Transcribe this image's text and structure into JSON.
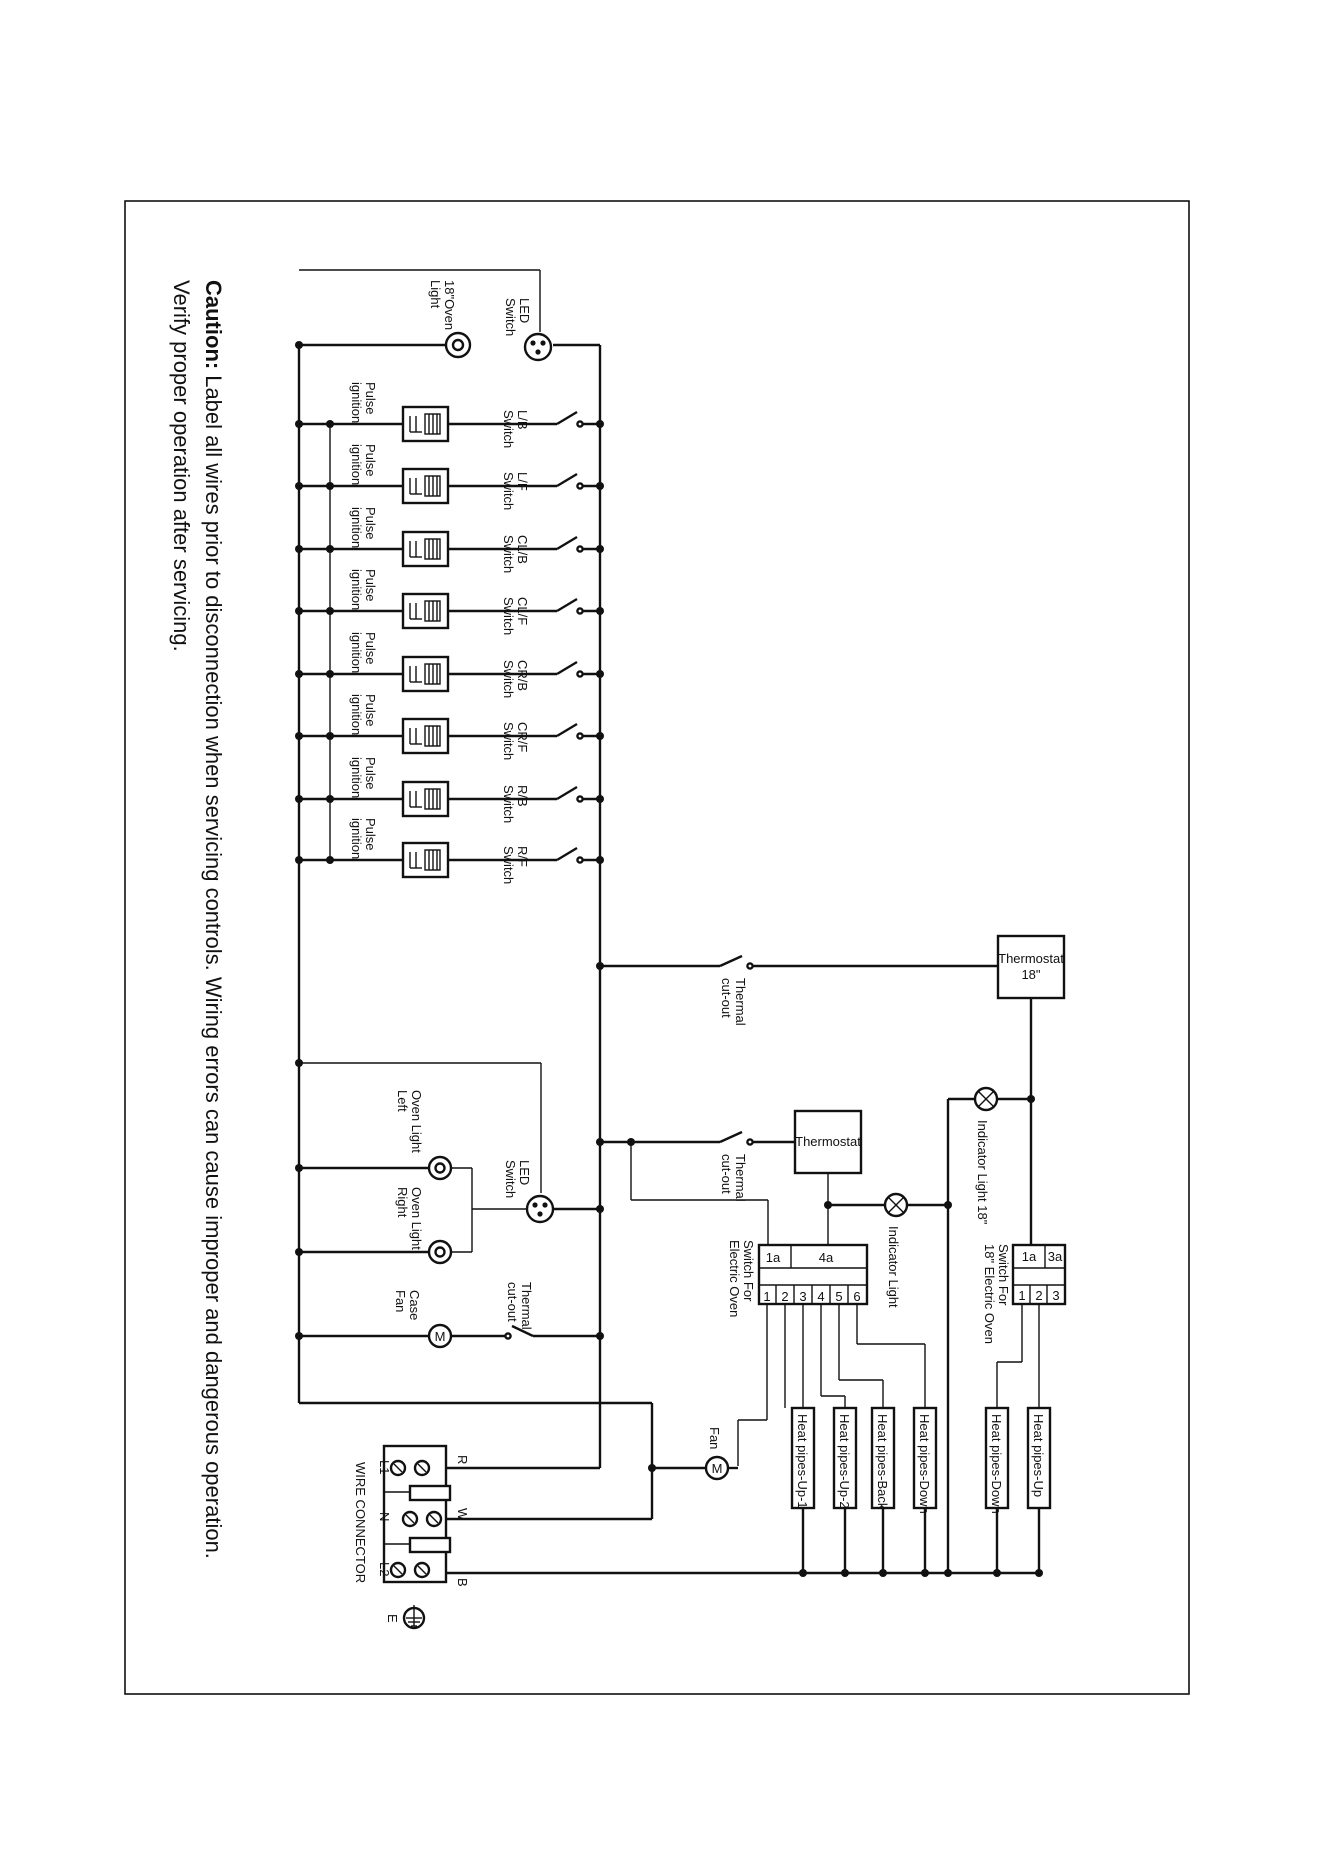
{
  "caution": {
    "bold": "Caution:",
    "line1": "Label all wires prior to disconnection when servicing controls. Wiring errors can cause improper and dangerous operation.",
    "line2": "Verify proper operation after servicing."
  },
  "led_switch_top": {
    "switch_label": [
      "LED",
      "Switch"
    ],
    "light_label": [
      "18\"Oven",
      "Light"
    ]
  },
  "burners": [
    {
      "switch": [
        "L/B",
        "Switch"
      ],
      "ignition": [
        "Pulse",
        "ignition"
      ]
    },
    {
      "switch": [
        "L/F",
        "Switch"
      ],
      "ignition": [
        "Pulse",
        "ignition"
      ]
    },
    {
      "switch": [
        "CL/B",
        "Switch"
      ],
      "ignition": [
        "Pulse",
        "ignition"
      ]
    },
    {
      "switch": [
        "CL/F",
        "Switch"
      ],
      "ignition": [
        "Pulse",
        "ignition"
      ]
    },
    {
      "switch": [
        "CR/B",
        "Switch"
      ],
      "ignition": [
        "Pulse",
        "ignition"
      ]
    },
    {
      "switch": [
        "CR/F",
        "Switch"
      ],
      "ignition": [
        "Pulse",
        "ignition"
      ]
    },
    {
      "switch": [
        "R/B",
        "Switch"
      ],
      "ignition": [
        "Pulse",
        "ignition"
      ]
    },
    {
      "switch": [
        "R/F",
        "Switch"
      ],
      "ignition": [
        "Pulse",
        "ignition"
      ]
    }
  ],
  "thermal_cutout": [
    "Thermal",
    "cut-out"
  ],
  "thermostat_18": [
    "Thermostat",
    "18\""
  ],
  "thermostat": "Thermostat",
  "indicator_light_18": "Indicator Light 18\"",
  "indicator_light": "Indicator Light",
  "led_switch_mid": [
    "LED",
    "Switch"
  ],
  "oven_light_left": [
    "Oven Light",
    "Left"
  ],
  "oven_light_right": [
    "Oven Light",
    "Right"
  ],
  "case_fan": [
    "Case",
    "Fan"
  ],
  "fan": "Fan",
  "switch_electric_oven": {
    "label": [
      "Switch For",
      "Electric Oven"
    ],
    "top_cells": [
      "1a",
      "4a"
    ],
    "terminals": [
      "1",
      "2",
      "3",
      "4",
      "5",
      "6"
    ]
  },
  "switch_18_electric_oven": {
    "label": [
      "Switch For",
      "18\" Electric Oven"
    ],
    "top_cells": [
      "1a",
      "3a"
    ],
    "terminals": [
      "1",
      "2",
      "3"
    ]
  },
  "heat_pipes": [
    "Heat pipes-Up-1",
    "Heat pipes-Up-2",
    "Heat pipes-Back",
    "Heat pipes-Down"
  ],
  "heat_pipes_18": [
    "Heat pipes-Down",
    "Heat pipes-Up"
  ],
  "wire_connector": {
    "title": "WIRE CONNECTOR",
    "terminal_labels": [
      "L1",
      "N",
      "L2"
    ],
    "wire_letters": [
      "R",
      "W",
      "B"
    ],
    "earth": "E"
  },
  "symbols": {
    "motor": "M"
  }
}
